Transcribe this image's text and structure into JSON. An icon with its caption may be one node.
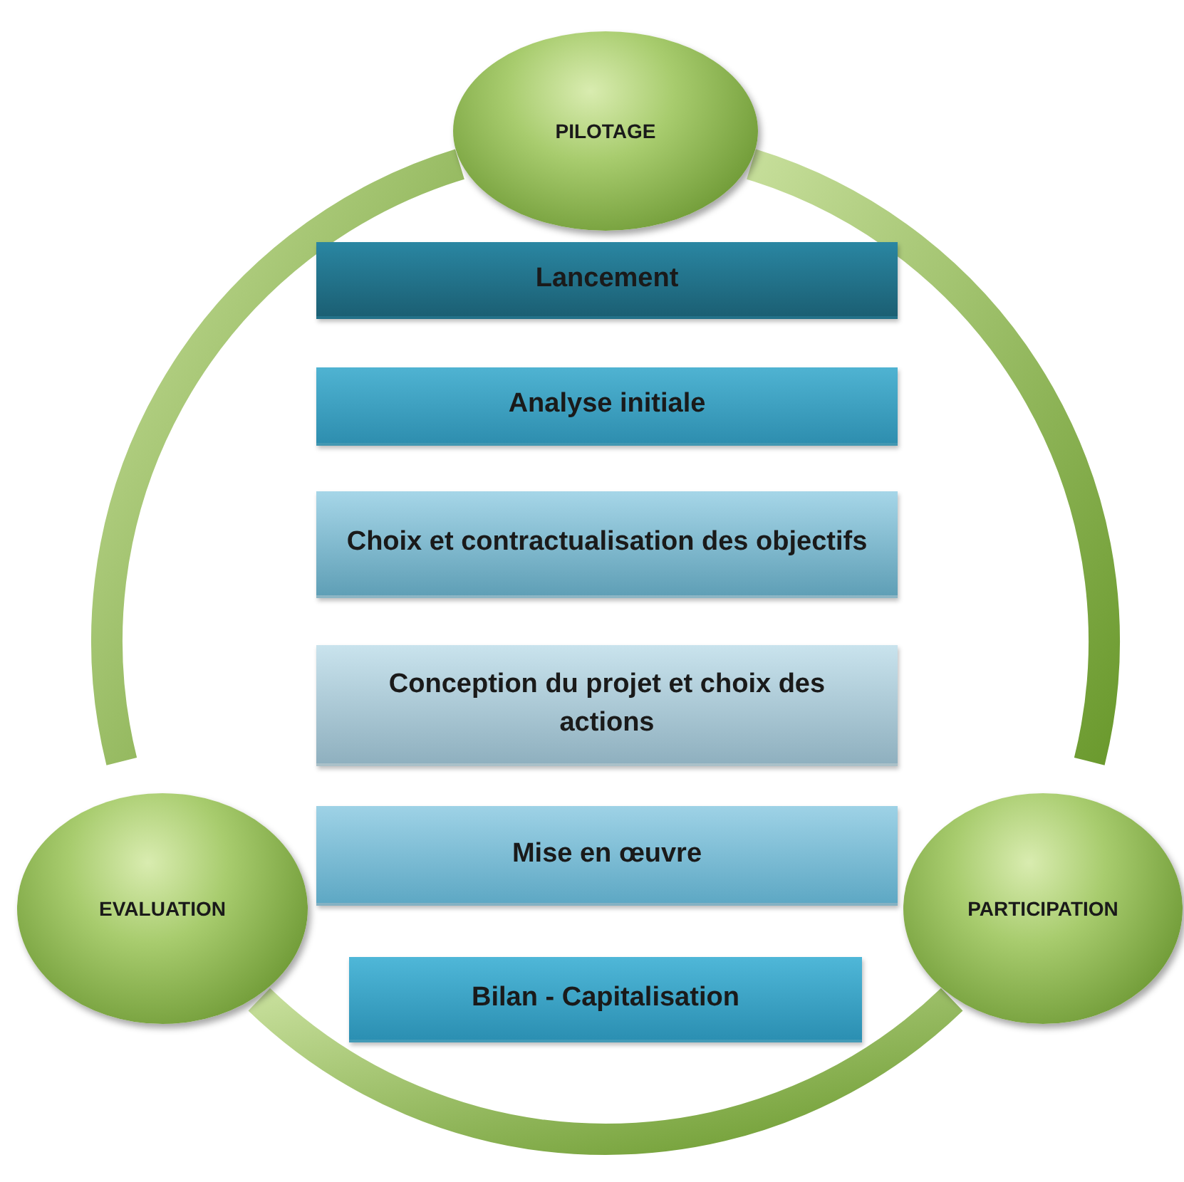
{
  "diagram": {
    "nodes": [
      {
        "text": [
          "PILOTAGE"
        ]
      },
      {
        "text": [
          "Lancement"
        ]
      },
      {
        "text": [
          "Analyse initiale"
        ]
      },
      {
        "text": [
          "Choix et contractualisation des objectifs"
        ]
      },
      {
        "text": [
          "Conception du projet et choix des actions"
        ]
      },
      {
        "text": [
          "EVALUATION"
        ]
      },
      {
        "text": [
          "Mise en œuvre"
        ]
      },
      {
        "text": [
          "PARTICIPATION"
        ]
      },
      {
        "text": [
          "Bilan - Capitalisation"
        ]
      }
    ],
    "edges": [
      {
        "from": 0,
        "to": 7,
        "arrow": "none"
      },
      {
        "from": 7,
        "to": 5,
        "arrow": "none"
      },
      {
        "from": 5,
        "to": 0,
        "arrow": "none"
      }
    ]
  }
}
